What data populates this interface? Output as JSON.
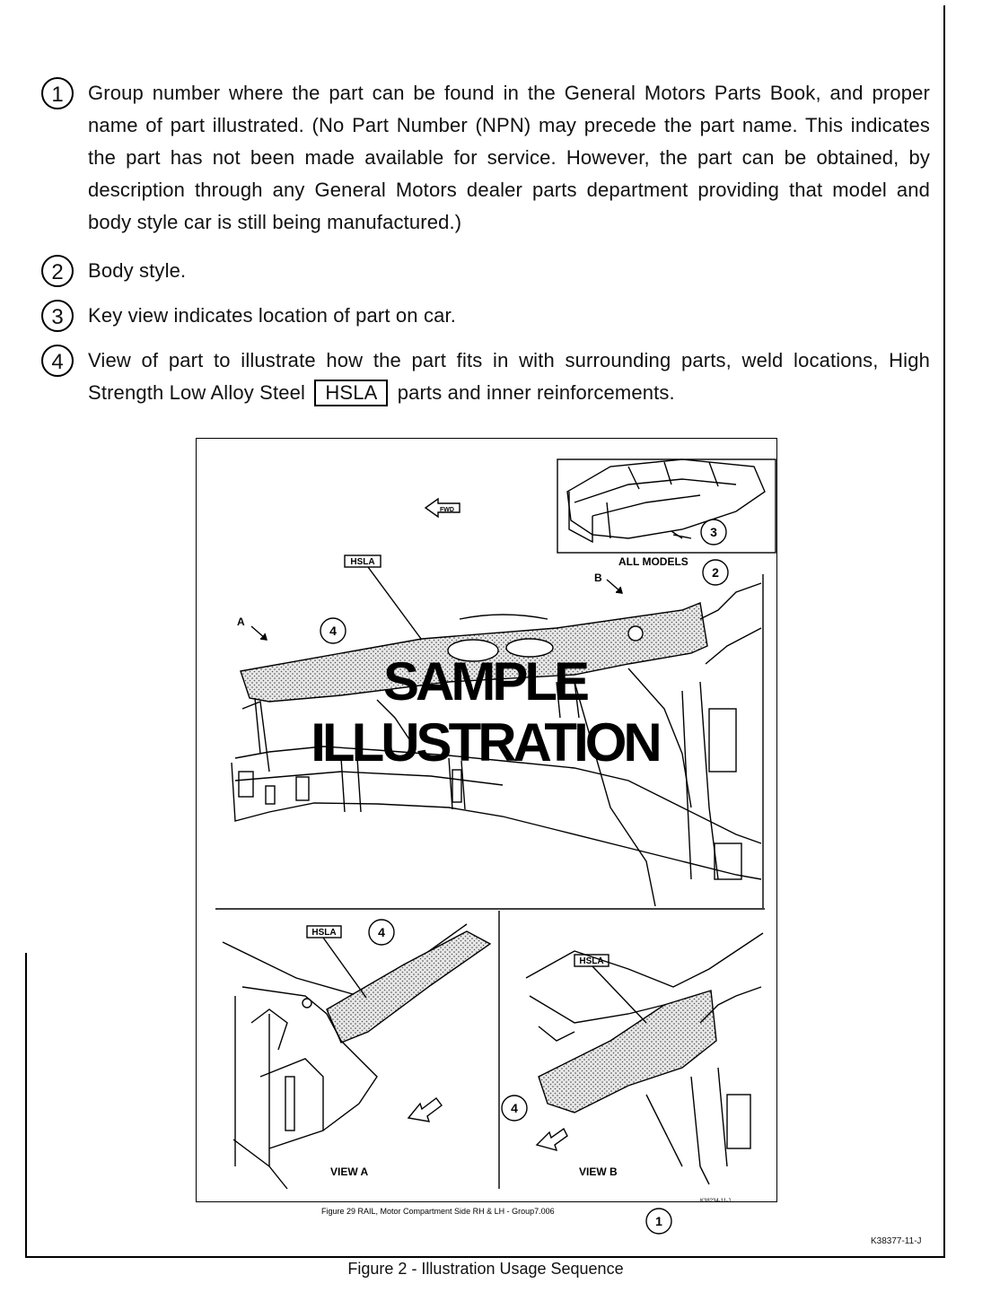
{
  "items": [
    {
      "num": "1",
      "text": "Group number where the part can be found in the General Motors Parts Book, and proper name of part illustrated. (No Part Number (NPN) may precede the part name. This indicates the part has not been made available for service. However, the part can be obtained, by description through any General Motors dealer parts department providing that model and body style car is still being manufactured.)"
    },
    {
      "num": "2",
      "text": "Body style."
    },
    {
      "num": "3",
      "text": "Key view indicates location of part on car."
    },
    {
      "num": "4",
      "text_before": "View of part to illustrate how the part fits in with surrounding parts, weld locations, High Strength Low Alloy Steel",
      "boxed": "HSLA",
      "text_after": "parts and inner reinforcements."
    }
  ],
  "illustration": {
    "fwd_label": "FWD",
    "hsla_tag": "HSLA",
    "all_models": "ALL MODELS",
    "view_a_marker": "A",
    "view_b_marker": "B",
    "callout_2": "2",
    "callout_3": "3",
    "callout_4": "4",
    "watermark_line1": "SAMPLE",
    "watermark_line2": "ILLUSTRATION",
    "view_a_label": "VIEW A",
    "view_b_label": "VIEW B",
    "art_code": "K38234-11-J",
    "figure_caption": "Figure 29 RAIL, Motor Compartment Side RH & LH - Group7.006",
    "callout_1": "1"
  },
  "page_code": "K38377-11-J",
  "figure_title": "Figure 2 - Illustration Usage Sequence"
}
